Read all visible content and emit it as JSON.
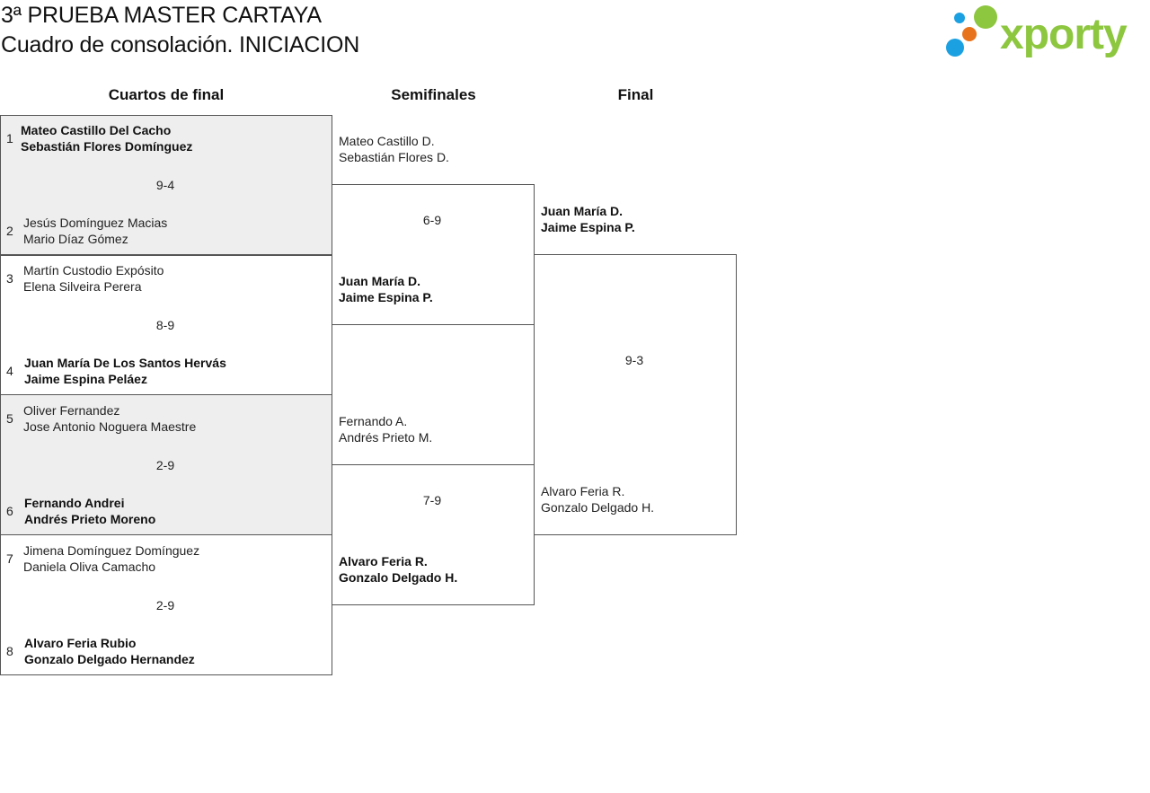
{
  "header": {
    "title": "3ª PRUEBA MASTER CARTAYA",
    "subtitle": "Cuadro de consolación. INICIACION",
    "logo_text": "xporty",
    "brand_colors": {
      "green": "#8dc63f",
      "blue": "#1ba1e2",
      "orange": "#e8731d"
    }
  },
  "rounds": {
    "quarterfinals": "Cuartos de final",
    "semifinals": "Semifinales",
    "final": "Final"
  },
  "quarterfinals": [
    {
      "score": "9-4",
      "team_a": {
        "seed": "1",
        "p1": "Mateo Castillo Del Cacho",
        "p2": "Sebastián Flores Domínguez"
      },
      "team_b": {
        "seed": "2",
        "p1": "Jesús Domínguez Macias",
        "p2": "Mario Díaz Gómez"
      }
    },
    {
      "score": "8-9",
      "team_a": {
        "seed": "3",
        "p1": "Martín Custodio Expósito",
        "p2": "Elena Silveira Perera"
      },
      "team_b": {
        "seed": "4",
        "p1": "Juan María De Los Santos Hervás",
        "p2": "Jaime Espina Peláez"
      }
    },
    {
      "score": "2-9",
      "team_a": {
        "seed": "5",
        "p1": "Oliver Fernandez",
        "p2": "Jose Antonio Noguera Maestre"
      },
      "team_b": {
        "seed": "6",
        "p1": "Fernando Andrei",
        "p2": "Andrés Prieto Moreno"
      }
    },
    {
      "score": "2-9",
      "team_a": {
        "seed": "7",
        "p1": "Jimena Domínguez Domínguez",
        "p2": "Daniela Oliva Camacho"
      },
      "team_b": {
        "seed": "8",
        "p1": "Alvaro Feria Rubio",
        "p2": "Gonzalo Delgado Hernandez"
      }
    }
  ],
  "semifinals": [
    {
      "score": "6-9",
      "team_a": {
        "p1": "Mateo Castillo D.",
        "p2": "Sebastián Flores D."
      },
      "team_b": {
        "p1": "Juan María D.",
        "p2": "Jaime Espina P."
      }
    },
    {
      "score": "7-9",
      "team_a": {
        "p1": "Fernando A.",
        "p2": "Andrés Prieto M."
      },
      "team_b": {
        "p1": "Alvaro Feria R.",
        "p2": "Gonzalo Delgado H."
      }
    }
  ],
  "final": {
    "score": "9-3",
    "team_a": {
      "p1": "Juan María D.",
      "p2": "Jaime Espina P."
    },
    "team_b": {
      "p1": "Alvaro Feria R.",
      "p2": "Gonzalo Delgado H."
    }
  }
}
